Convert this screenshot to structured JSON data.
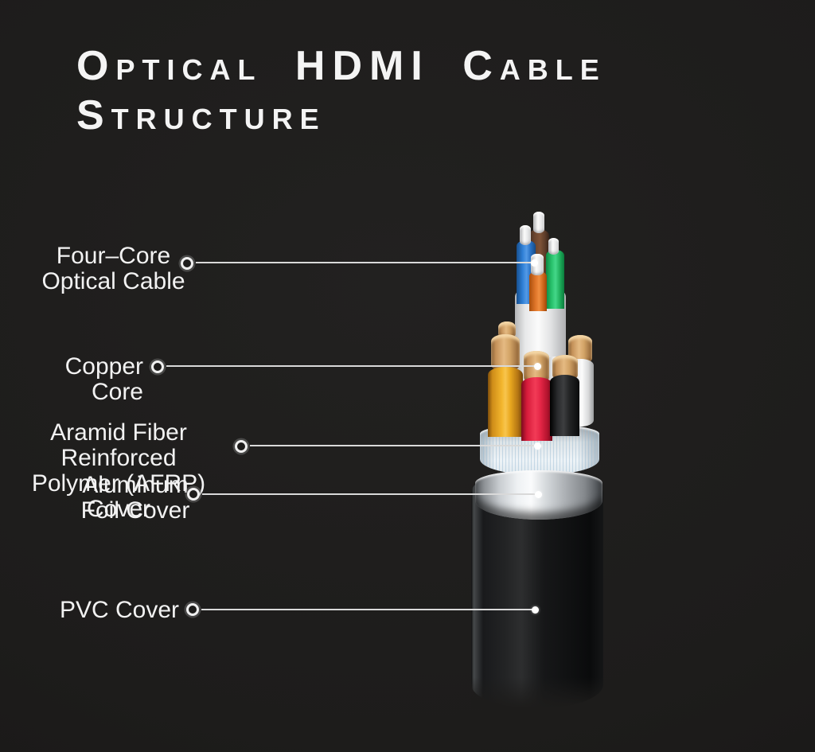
{
  "title": {
    "line1": "Optical HDMI Cable",
    "line2": "Structure"
  },
  "labels": [
    {
      "id": "four-core-optical-cable",
      "lines": [
        "Four–Core",
        "Optical Cable"
      ]
    },
    {
      "id": "copper-core",
      "lines": [
        "Copper Core"
      ]
    },
    {
      "id": "afrp-cover",
      "lines": [
        "Aramid Fiber Reinforced",
        "Polymer (AFRP) Cover"
      ]
    },
    {
      "id": "aluminum-foil-cover",
      "lines": [
        "Aluminum",
        "Foil Cover"
      ]
    },
    {
      "id": "pvc-cover",
      "lines": [
        "PVC Cover"
      ]
    }
  ],
  "colors": {
    "background": "#1d1c1b",
    "title_text": "#f4f4f4",
    "label_text": "#f2f2f2",
    "leader_line": "#d9d9d9",
    "fiber_blue": "#2f7fd6",
    "fiber_brown": "#6b452f",
    "fiber_green": "#27c06b",
    "fiber_orange": "#e0762a",
    "copper": "#d2a366",
    "wire_yellow": "#f3b62e",
    "wire_red": "#e42646",
    "wire_black": "#1a1b1c",
    "wire_white": "#ececed",
    "afrp_layer": "#edf3f7",
    "aluminum_foil": "#d4d8db",
    "pvc_jacket": "#141516",
    "optical_unit_sheath": "#fbfbfb"
  }
}
